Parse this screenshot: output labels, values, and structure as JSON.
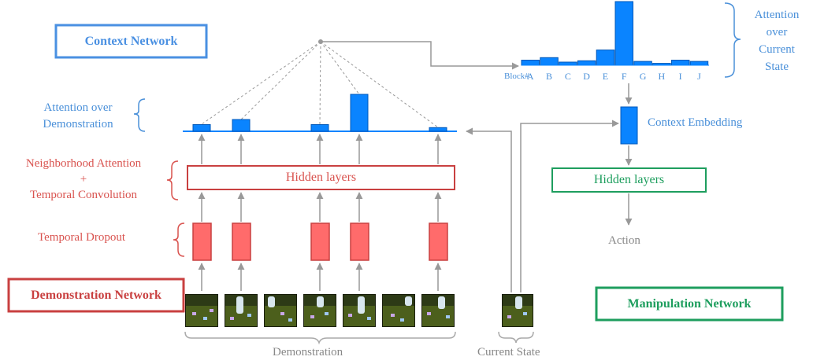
{
  "context_network": {
    "title": "Context Network",
    "color": "#4a90e2"
  },
  "demonstration_network": {
    "title": "Demonstration Network",
    "color": "#c94040"
  },
  "manipulation_network": {
    "title": "Manipulation Network",
    "color": "#1e9e5e"
  },
  "attention_over_current_state": {
    "lines": [
      "Attention",
      "over",
      "Current",
      "State"
    ]
  },
  "attention_over_demonstration": {
    "lines": [
      "Attention over",
      "Demonstration"
    ]
  },
  "block_axis": {
    "prefix": "Block#",
    "labels": [
      "A",
      "B",
      "C",
      "D",
      "E",
      "F",
      "G",
      "H",
      "I",
      "J"
    ]
  },
  "block_attention_values": [
    0.08,
    0.12,
    0.05,
    0.07,
    0.24,
    1.0,
    0.06,
    0.03,
    0.08,
    0.06
  ],
  "demo_attention_values": [
    0.18,
    0.32,
    0.18,
    1.0,
    0.1
  ],
  "neighborhood_attention": {
    "lines": [
      "Neighborhood Attention",
      "+",
      "Temporal Convolution"
    ]
  },
  "temporal_dropout": "Temporal Dropout",
  "hidden_layers_left": "Hidden layers",
  "hidden_layers_right": "Hidden layers",
  "context_embedding": "Context Embedding",
  "action": "Action",
  "demonstration_label": "Demonstration",
  "current_state_label": "Current State",
  "colors": {
    "blue_text": "#4a90d9",
    "blue_bar": "#0a84ff",
    "red_text": "#d9534f",
    "red_box": "#ff6b6b",
    "green": "#1e9e5e",
    "gray": "#888888",
    "arrow": "#999999"
  }
}
